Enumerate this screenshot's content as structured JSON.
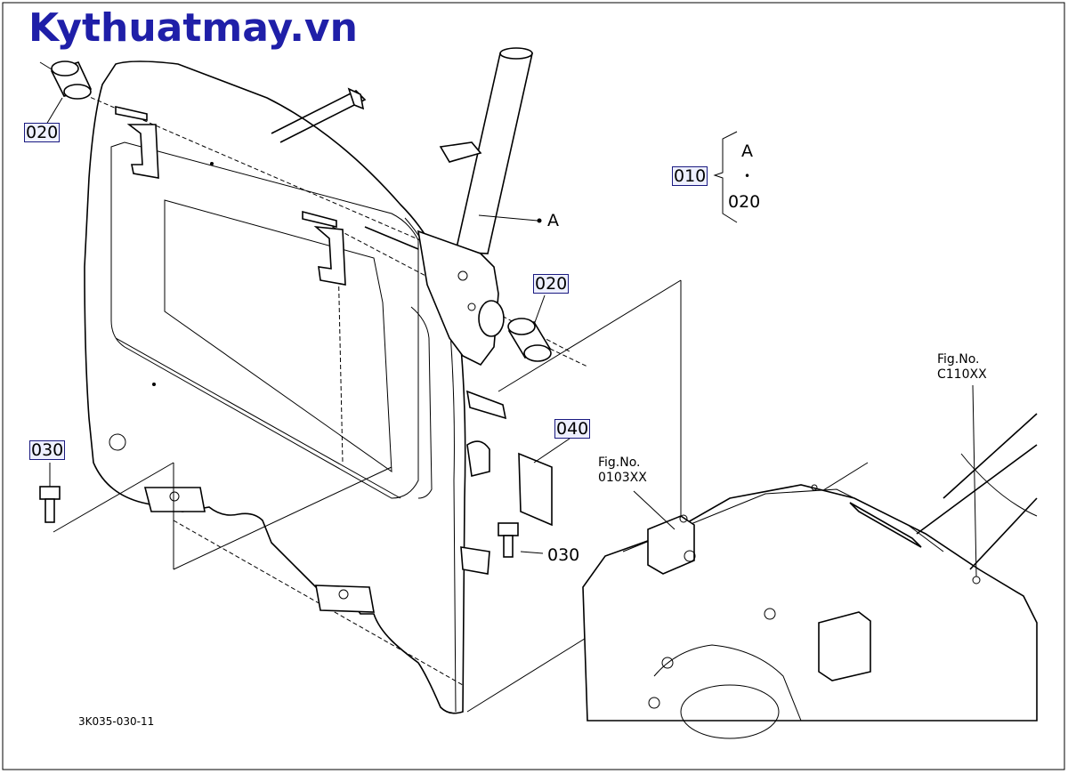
{
  "watermark": {
    "text": "Kythuatmay.vn",
    "color": "#1f1fa8"
  },
  "callouts": {
    "c020_top": "020",
    "c020_mid": "020",
    "c030_left": "030",
    "c030_bottom": "030",
    "c040": "040"
  },
  "legend": {
    "parent": "010",
    "item_a": "A",
    "dot": "•",
    "item_020": "020"
  },
  "point_a_label": "A",
  "fig_refs": {
    "ref1_line1": "Fig.No.",
    "ref1_line2": "0103XX",
    "ref2_line1": "Fig.No.",
    "ref2_line2": "C110XX"
  },
  "drawing_code": "3K035-030-11",
  "colors": {
    "callout_box": "#1a1a80",
    "callout_fill": "#eef0ff"
  }
}
